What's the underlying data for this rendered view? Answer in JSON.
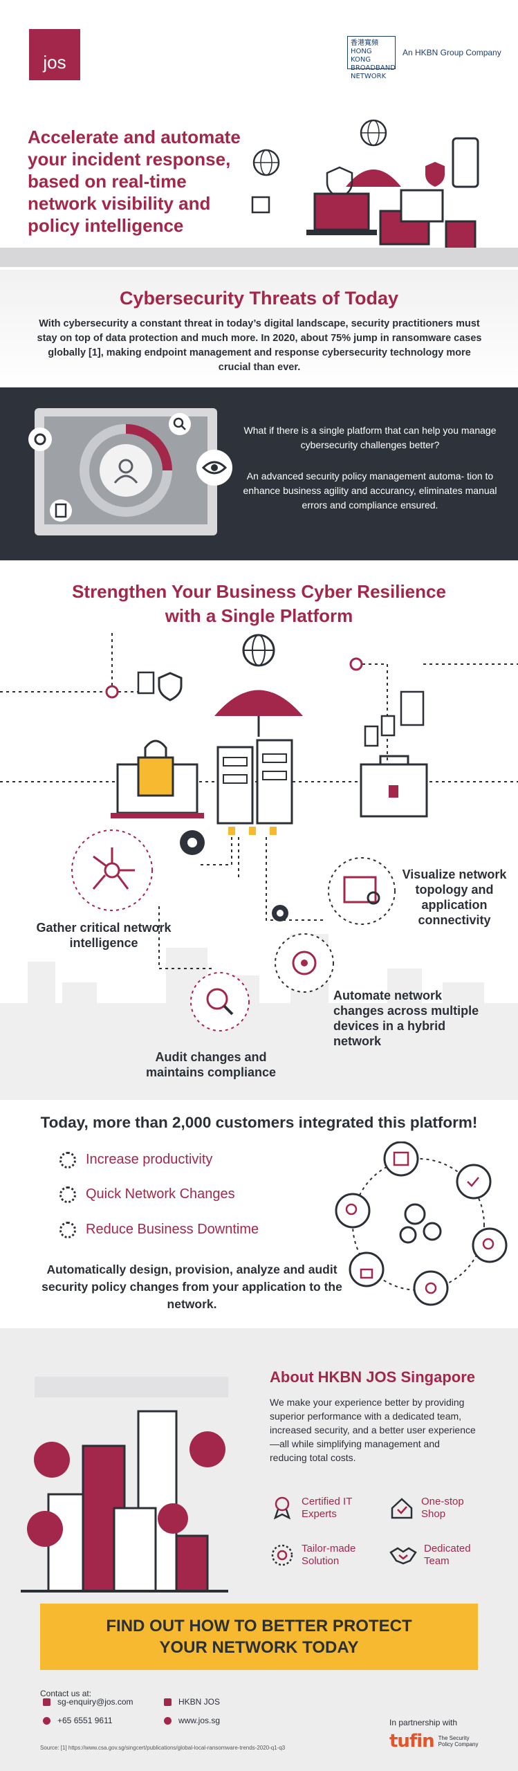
{
  "header": {
    "logo_text": "jos",
    "hkbn_mark_text": "香港寬頻 HONG KONG BROADBAND NETWORK",
    "hkbn_text": "An HKBN Group Company",
    "hero_title": "Accelerate and automate your incident response, based on real-time network visibility and policy intelligence"
  },
  "threats": {
    "title": "Cybersecurity Threats of Today",
    "body": "With cybersecurity a constant threat in today’s digital landscape, security practitioners must stay on top of data protection and much more. In 2020, about 75% jump in ransomware cases globally [1], making endpoint management and response cybersecurity technology more crucial than ever."
  },
  "dark": {
    "question": "What if there is a single platform that can help you manage cybersecurity challenges better?",
    "answer": "An advanced security policy management automa- tion to enhance business agility and accurancy, eliminates manual errors and compliance ensured."
  },
  "platform": {
    "title_line1": "Strengthen Your Business Cyber Resilience",
    "title_line2": "with a Single Platform",
    "gather": "Gather critical network intelligence",
    "visualize": "Visualize network topology and application connectivity",
    "automate": "Automate network changes across multiple devices in a hybrid network",
    "audit": "Audit changes and maintains compliance"
  },
  "customers": {
    "title": "Today, more than 2,000 customers integrated this platform!",
    "benefits": [
      "Increase productivity",
      "Quick Network Changes",
      "Reduce Business Downtime"
    ],
    "body": "Automatically design, provision, analyze and audit security policy changes from your application to the network."
  },
  "about": {
    "title": "About HKBN JOS Singapore",
    "body": "We make your experience better by providing superior performance with a dedicated team, increased security, and a better user experience—all while simplifying management and reducing total costs.",
    "features": [
      {
        "label": "Certified IT Experts",
        "icon": "certificate-icon"
      },
      {
        "label": "One-stop Shop",
        "icon": "house-check-icon"
      },
      {
        "label": "Tailor-made Solution",
        "icon": "gear-brain-icon"
      },
      {
        "label": "Dedicated Team",
        "icon": "handshake-icon"
      }
    ]
  },
  "cta": {
    "line1": "FIND OUT HOW TO BETTER PROTECT",
    "line2": "YOUR NETWORK TODAY"
  },
  "contact": {
    "heading": "Contact us at:",
    "email": "sg-enquiry@jos.com",
    "phone": "+65 6551 9611",
    "linkedin": "HKBN JOS",
    "website": "www.jos.sg"
  },
  "footer": {
    "source": "Source: [1] https://www.csa.gov.sg/singcert/publications/global-local-ransomware-trends-2020-q1-q3",
    "partner_label": "In partnership with",
    "partner_name": "tufin",
    "partner_tagline": "The Security Policy Company"
  },
  "colors": {
    "brand": "#a3274a",
    "dark_panel": "#2e333b",
    "cta": "#f7b92f"
  }
}
